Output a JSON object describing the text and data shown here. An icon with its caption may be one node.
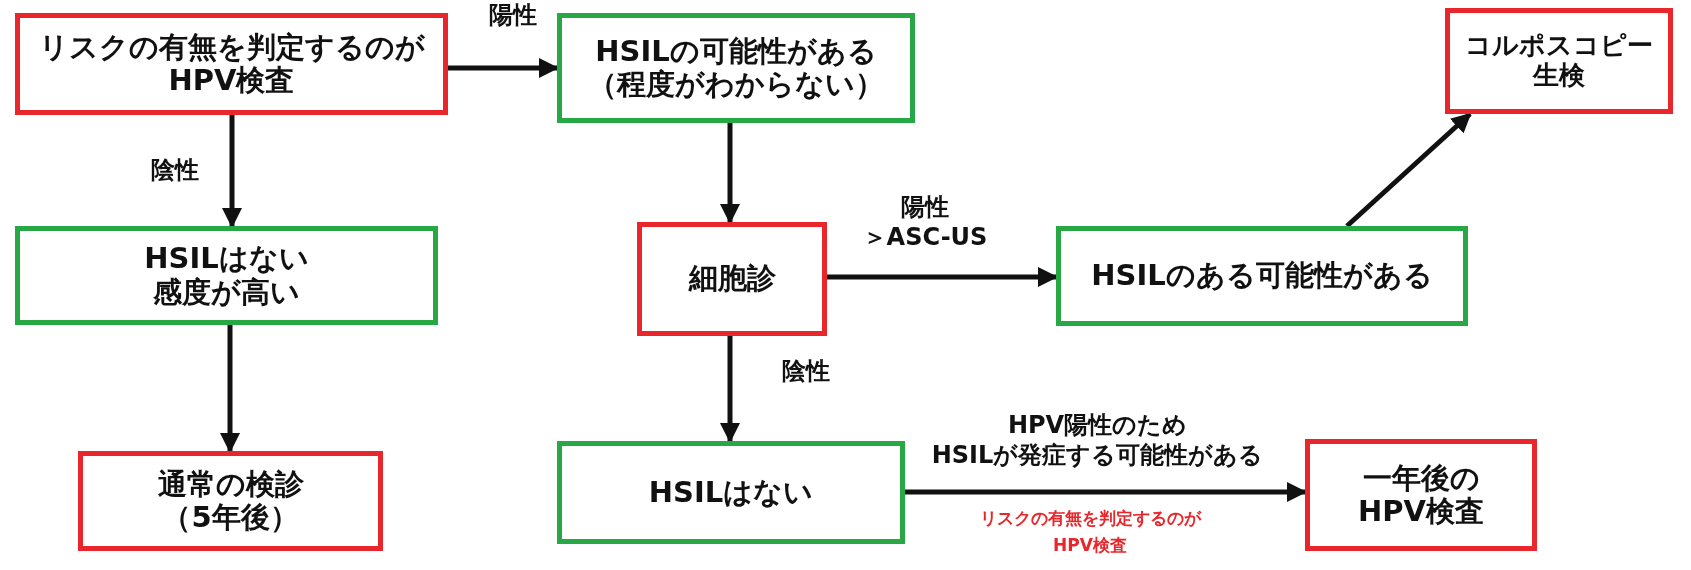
{
  "diagram": {
    "nodes": [
      {
        "text": [
          "リスクの有無を判定するのがHPV検査"
        ]
      },
      {
        "text": [
          "HSILの可能性がある（程度がわからない）"
        ]
      },
      {
        "text": [
          "コルポスコピー生検"
        ]
      },
      {
        "text": [
          "HSILはない感度が高い"
        ]
      },
      {
        "text": [
          "細胞診"
        ]
      },
      {
        "text": [
          "HSILのある可能性がある"
        ]
      },
      {
        "text": [
          "通常の検診（5年後）"
        ]
      },
      {
        "text": [
          "HSILはない"
        ]
      },
      {
        "text": [
          "一年後のHPV検査"
        ]
      }
    ],
    "edges": [
      {
        "from": 0,
        "to": 1,
        "arrow": "to",
        "label": "陽性"
      },
      {
        "from": 0,
        "to": 3,
        "arrow": "to",
        "label": "陰性"
      },
      {
        "from": 3,
        "to": 6,
        "arrow": "to"
      },
      {
        "from": 1,
        "to": 4,
        "arrow": "to"
      },
      {
        "from": 4,
        "to": 5,
        "arrow": "to",
        "label": "陽性＞ASC-US"
      },
      {
        "from": 5,
        "to": 2,
        "arrow": "to"
      },
      {
        "from": 4,
        "to": 7,
        "arrow": "to",
        "label": "陰性"
      },
      {
        "from": 7,
        "to": 8,
        "arrow": "to",
        "label": "HPV陽性のためHSILが発症する可能性がある"
      }
    ],
    "labels": [
      "リスクの有無を判定するのがHPV検査"
    ]
  }
}
